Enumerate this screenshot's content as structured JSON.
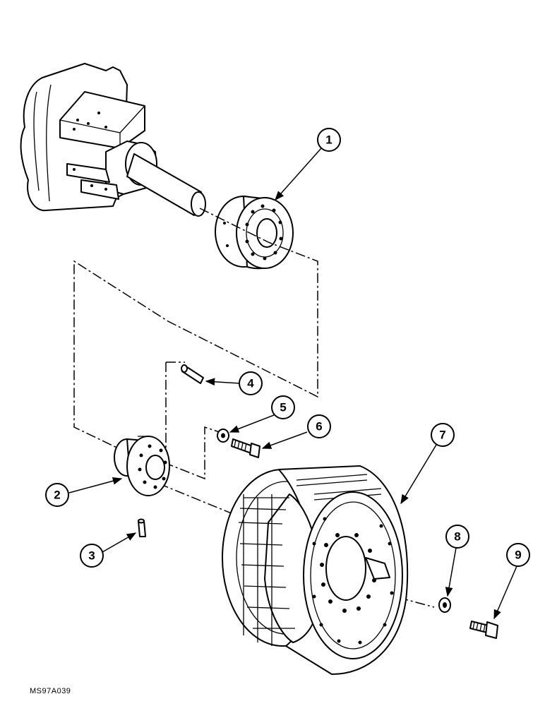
{
  "figure_code": "MS97A039",
  "callouts": [
    {
      "label": "1"
    },
    {
      "label": "2"
    },
    {
      "label": "3"
    },
    {
      "label": "4"
    },
    {
      "label": "5"
    },
    {
      "label": "6"
    },
    {
      "label": "7"
    },
    {
      "label": "8"
    },
    {
      "label": "9"
    }
  ]
}
